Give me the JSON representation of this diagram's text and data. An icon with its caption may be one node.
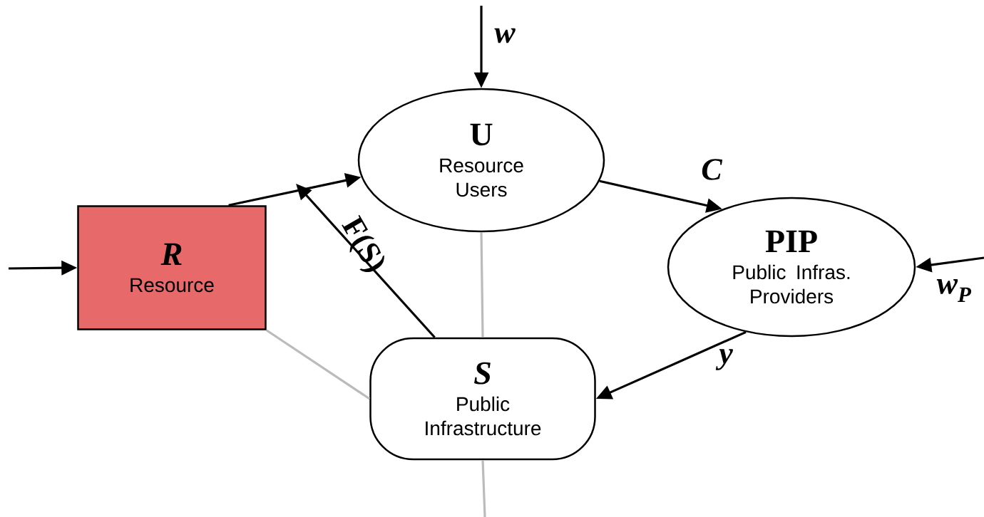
{
  "diagram": {
    "nodes": [
      {
        "text": [
          "R",
          "Resource"
        ]
      },
      {
        "text": [
          "U",
          "Resource Users"
        ]
      },
      {
        "text": [
          "PIP",
          "Public Infras. Providers"
        ]
      },
      {
        "text": [
          "S",
          "Public Infrastructure"
        ]
      }
    ],
    "edges": [
      {
        "from": null,
        "to": 0,
        "arrow": "to"
      },
      {
        "from": null,
        "to": 1,
        "arrow": "to",
        "label": "w"
      },
      {
        "from": 0,
        "to": 1,
        "arrow": "to"
      },
      {
        "from": 3,
        "to": null,
        "arrow": "to",
        "label": "F(S)"
      },
      {
        "from": 1,
        "to": 2,
        "arrow": "to",
        "label": "C"
      },
      {
        "from": null,
        "to": 2,
        "arrow": "to",
        "label": "w$_{P}$"
      },
      {
        "from": 2,
        "to": 3,
        "arrow": "to",
        "label": "y"
      },
      {
        "from": 0,
        "to": 3,
        "arrow": "none",
        "color": "#bbbbbb"
      },
      {
        "from": 1,
        "to": 3,
        "arrow": "none",
        "color": "#bbbbbb"
      },
      {
        "from": 3,
        "to": null,
        "arrow": "none",
        "color": "#bbbbbb"
      }
    ]
  }
}
